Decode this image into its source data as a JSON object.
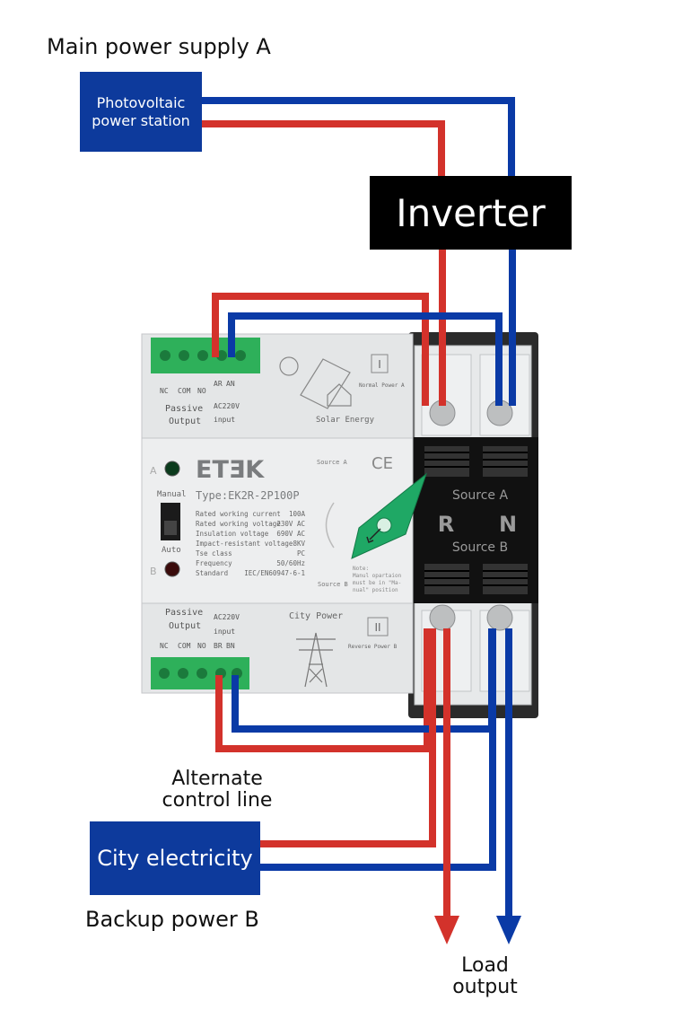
{
  "labels": {
    "main_supply": "Main power supply A",
    "pv_station": "Photovoltaic power station",
    "inverter": "Inverter",
    "alternate_control": "Alternate control line",
    "city_electricity": "City electricity",
    "backup": "Backup power B",
    "load_output": "Load output"
  },
  "device": {
    "brand": "ETƎK",
    "type": "Type:EK2R-2P100P",
    "manual": "Manual",
    "auto": "Auto",
    "indicator_a": "A",
    "indicator_b": "B",
    "source_a": "Source A",
    "source_b": "Source B",
    "ce": "CE",
    "terminal_r": "R",
    "terminal_n": "N",
    "top_module": {
      "passive": "Passive",
      "output": "Output",
      "ac": "AC220V",
      "input": "input",
      "pins": [
        "NC",
        "COM",
        "NO",
        "AR",
        "AN"
      ],
      "solar": "Solar Energy",
      "roman": "I",
      "normal_power": "Normal Power A"
    },
    "bottom_module": {
      "passive": "Passive",
      "output": "Output",
      "ac": "AC220V",
      "input": "input",
      "pins": [
        "NC",
        "COM",
        "NO",
        "BR",
        "BN"
      ],
      "city": "City Power",
      "roman": "II",
      "reverse_power": "Reverse Power B"
    },
    "specs": [
      {
        "name": "Rated working current",
        "value": "100A"
      },
      {
        "name": "Rated working voltage",
        "value": "230V AC"
      },
      {
        "name": "Insulation voltage",
        "value": "690V AC"
      },
      {
        "name": "Impact-resistant voltage",
        "value": "8KV"
      },
      {
        "name": "Tse class",
        "value": "PC"
      },
      {
        "name": "Frequency",
        "value": "50/60Hz"
      },
      {
        "name": "Standard",
        "value": "IEC/EN60947-6-1"
      }
    ],
    "note": [
      "Note:",
      "Manul opartaion",
      "must be in \"Ma-",
      "nual\" position"
    ]
  },
  "colors": {
    "live_wire": "#d3322b",
    "neutral_wire": "#0a3aa6",
    "label_box": "#0d3a9c",
    "inverter_box": "#000000",
    "switch_handle": "#1fa865",
    "terminal_block": "#2eb05a"
  }
}
